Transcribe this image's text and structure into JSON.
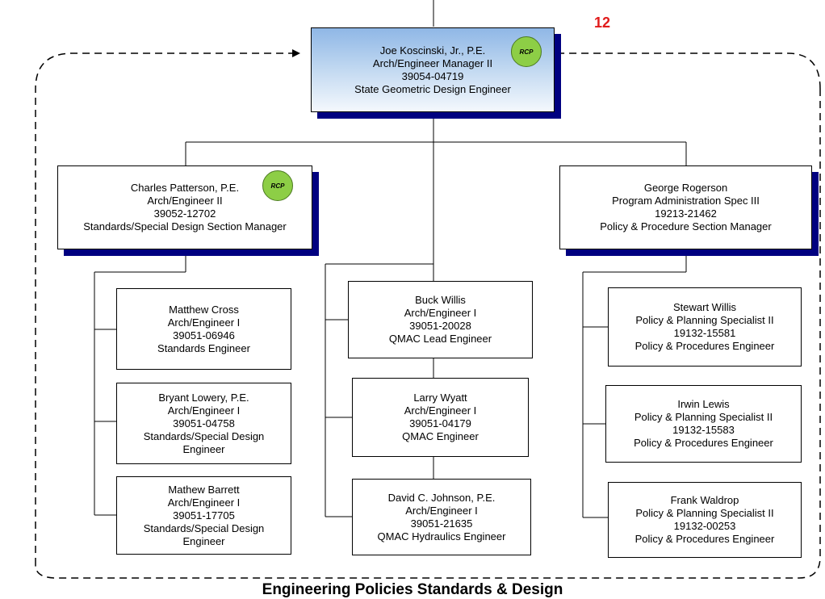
{
  "page_number": "12",
  "footer_title": "Engineering Policies Standards & Design",
  "rcp_label": "RCP",
  "manager": {
    "name": "Joe Koscinski, Jr., P.E.",
    "title": "Arch/Engineer Manager II",
    "id": "39054-04719",
    "role": "State Geometric Design Engineer"
  },
  "sections": {
    "standards": {
      "lead": {
        "name": "Charles Patterson, P.E.",
        "title": "Arch/Engineer II",
        "id": "39052-12702",
        "role": "Standards/Special Design Section Manager"
      },
      "staff": [
        {
          "name": "Matthew Cross",
          "title": "Arch/Engineer I",
          "id": "39051-06946",
          "role": "Standards Engineer",
          "role2": ""
        },
        {
          "name": "Bryant Lowery, P.E.",
          "title": "Arch/Engineer I",
          "id": "39051-04758",
          "role": "Standards/Special Design",
          "role2": "Engineer"
        },
        {
          "name": "Mathew Barrett",
          "title": "Arch/Engineer I",
          "id": "39051-17705",
          "role": "Standards/Special Design",
          "role2": "Engineer"
        }
      ]
    },
    "qmac": {
      "staff": [
        {
          "name": "Buck Willis",
          "title": "Arch/Engineer I",
          "id": "39051-20028",
          "role": "QMAC Lead Engineer"
        },
        {
          "name": "Larry Wyatt",
          "title": "Arch/Engineer I",
          "id": "39051-04179",
          "role": "QMAC Engineer"
        },
        {
          "name": "David C. Johnson, P.E.",
          "title": "Arch/Engineer I",
          "id": "39051-21635",
          "role": "QMAC Hydraulics Engineer"
        }
      ]
    },
    "policy": {
      "lead": {
        "name": "George Rogerson",
        "title": "Program Administration Spec III",
        "id": "19213-21462",
        "role": "Policy & Procedure Section Manager"
      },
      "staff": [
        {
          "name": "Stewart Willis",
          "title": "Policy & Planning Specialist II",
          "id": "19132-15581",
          "role": "Policy & Procedures Engineer"
        },
        {
          "name": "Irwin Lewis",
          "title": "Policy & Planning Specialist II",
          "id": "19132-15583",
          "role": "Policy & Procedures Engineer"
        },
        {
          "name": "Frank Waldrop",
          "title": "Policy & Planning Specialist II",
          "id": "19132-00253",
          "role": "Policy & Procedures Engineer"
        }
      ]
    }
  }
}
